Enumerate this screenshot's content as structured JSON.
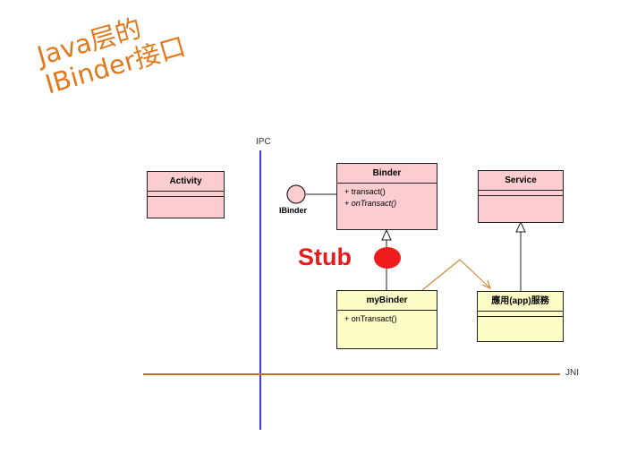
{
  "title": {
    "line1": "Java层的",
    "line2": "IBinder接口"
  },
  "axes": {
    "ipc_label": "IPC",
    "jni_label": "JNI"
  },
  "classes": {
    "activity": {
      "name": "Activity"
    },
    "binder": {
      "name": "Binder",
      "op1": "+ transact()",
      "op2": "+ onTransact()"
    },
    "service": {
      "name": "Service"
    },
    "mybinder": {
      "name": "myBinder",
      "op1": "+ onTransact()"
    },
    "app_service": {
      "name": "應用(app)服務"
    }
  },
  "interface": {
    "label": "IBinder"
  },
  "stub": {
    "label": "Stub"
  },
  "colors": {
    "title": "#e07a1e",
    "ipc_line": "#3b3bdc",
    "jni_line": "#c9701e",
    "class_pink": "#fccdd0",
    "class_yellow": "#fcfcc6",
    "stub": "#e81c1c",
    "dependency_arrow": "#d08a3a"
  }
}
